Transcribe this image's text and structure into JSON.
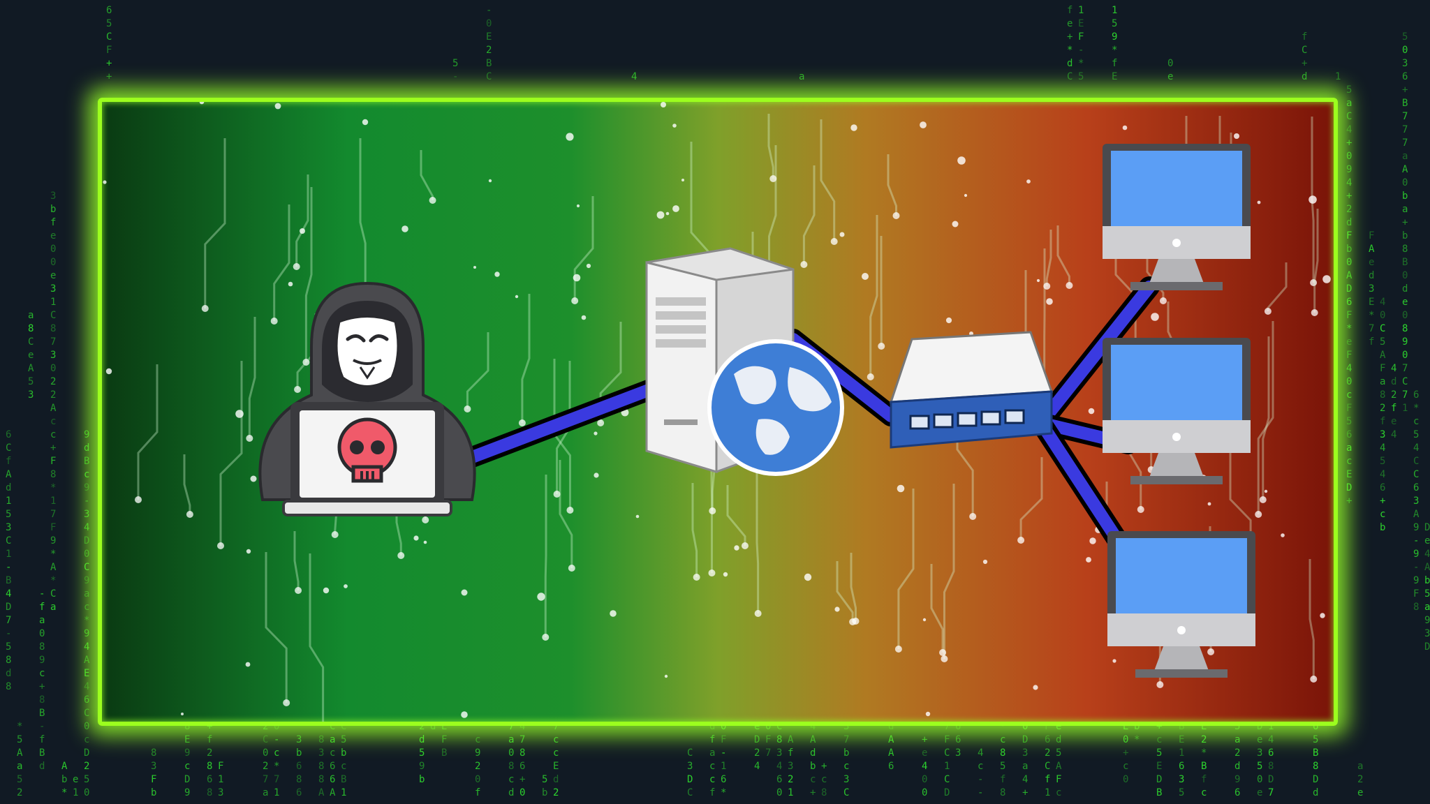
{
  "scene": {
    "nodes": [
      {
        "id": "attacker",
        "label": "Hooded hacker with laptop",
        "icon": "hacker-icon"
      },
      {
        "id": "server",
        "label": "Web server with globe",
        "icon": "server-globe-icon"
      },
      {
        "id": "switch",
        "label": "Network switch",
        "icon": "switch-icon"
      },
      {
        "id": "pc1",
        "label": "Computer 1",
        "icon": "monitor-icon"
      },
      {
        "id": "pc2",
        "label": "Computer 2",
        "icon": "monitor-icon"
      },
      {
        "id": "pc3",
        "label": "Computer 3",
        "icon": "monitor-icon"
      }
    ],
    "links": [
      {
        "from": "attacker",
        "to": "server"
      },
      {
        "from": "server",
        "to": "switch"
      },
      {
        "from": "switch",
        "to": "pc1"
      },
      {
        "from": "switch",
        "to": "pc2"
      },
      {
        "from": "switch",
        "to": "pc3"
      }
    ],
    "colors": {
      "frame_glow": "#9cff1e",
      "link_fill": "#3a3ae0",
      "link_outline": "#000000",
      "monitor_screen": "#5b9ef5",
      "skull": "#f05a6a",
      "matrix_text": "#2fe02f"
    }
  }
}
